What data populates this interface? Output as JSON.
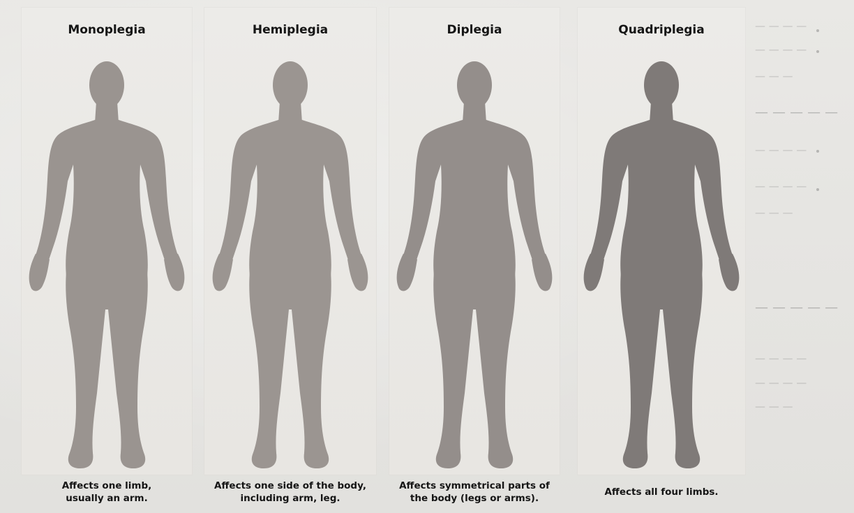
{
  "panels": [
    {
      "title": "Monoplegia",
      "caption": [
        "Affects one limb,",
        "usually an arm."
      ]
    },
    {
      "title": "Hemiplegia",
      "caption": [
        "Affects one side of the body,",
        "including arm, leg."
      ]
    },
    {
      "title": "Diplegia",
      "caption": [
        "Affects symmetrical parts of",
        "the body (legs or arms)."
      ]
    },
    {
      "title": "Quadriplegia",
      "caption": [
        "Affects all four limbs."
      ]
    }
  ],
  "figure_colors": [
    "#9a9490",
    "#9b9591",
    "#948e8b",
    "#7f7a78"
  ]
}
